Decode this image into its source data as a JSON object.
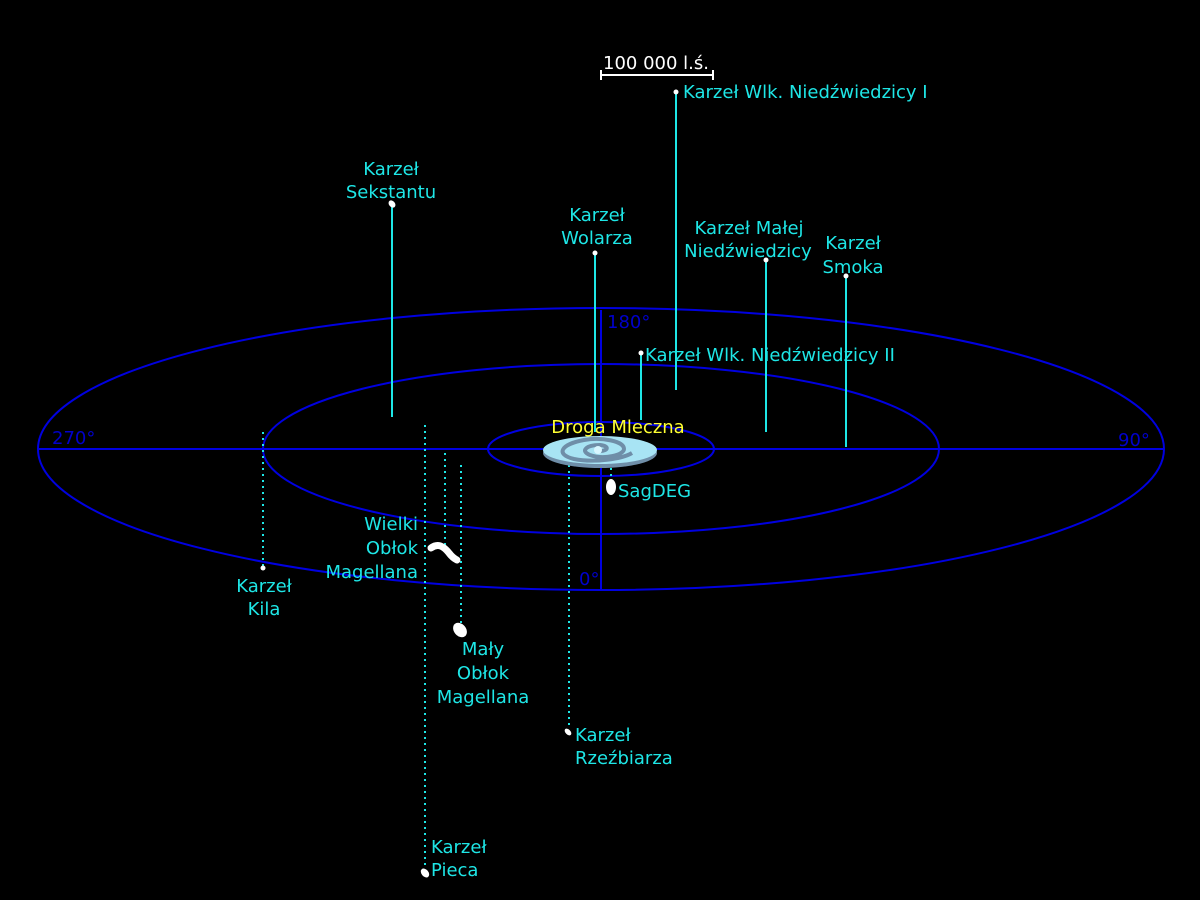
{
  "scale_bar": {
    "label": "100 000 l.ś."
  },
  "degrees": {
    "d180": "180°",
    "d270": "270°",
    "d90": "90°",
    "d0": "0°"
  },
  "milky_way": {
    "label": "Droga Mleczna"
  },
  "objects": {
    "uma1": {
      "lines": [
        "Karzeł Wlk. Niedźwiedzicy I"
      ]
    },
    "sextans": {
      "lines": [
        "Karzeł",
        "Sekstantu"
      ]
    },
    "bootes": {
      "lines": [
        "Karzeł",
        "Wolarza"
      ]
    },
    "umi": {
      "lines": [
        "Karzeł Małej",
        "Niedźwiedzicy"
      ]
    },
    "draco": {
      "lines": [
        "Karzeł",
        "Smoka"
      ]
    },
    "uma2": {
      "lines": [
        "Karzeł Wlk. Niedźwiedzicy II"
      ]
    },
    "sagdeg": {
      "lines": [
        "SagDEG"
      ]
    },
    "carina": {
      "lines": [
        "Karzeł",
        "Kila"
      ]
    },
    "lmc": {
      "lines": [
        "Wielki",
        "Obłok",
        "Magellana"
      ]
    },
    "smc": {
      "lines": [
        "Mały",
        "Obłok",
        "Magellana"
      ]
    },
    "sculptor": {
      "lines": [
        "Karzeł",
        "Rzeźbiarza"
      ]
    },
    "fornax": {
      "lines": [
        "Karzeł",
        "Pieca"
      ]
    }
  },
  "colors": {
    "label": "#1ee6e6",
    "orbit": "#0000e0",
    "milky_way_label": "#ffff33",
    "galaxy": "#a8e4f4"
  }
}
